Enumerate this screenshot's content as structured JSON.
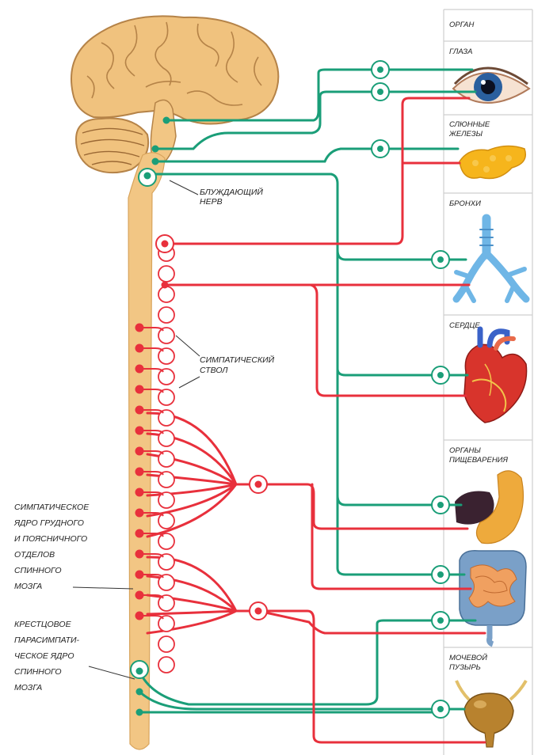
{
  "header": {
    "organ_column_title": "ОРГАН"
  },
  "organs": [
    {
      "id": "eyes",
      "label_lines": [
        "ГЛАЗА"
      ],
      "icon": "eye-icon"
    },
    {
      "id": "salivary",
      "label_lines": [
        "СЛЮННЫЕ",
        "ЖЕЛЕЗЫ"
      ],
      "icon": "salivary-gland-icon"
    },
    {
      "id": "bronchi",
      "label_lines": [
        "БРОНХИ"
      ],
      "icon": "bronchi-icon"
    },
    {
      "id": "heart",
      "label_lines": [
        "СЕРДЦЕ"
      ],
      "icon": "heart-icon"
    },
    {
      "id": "digestive",
      "label_lines": [
        "ОРГАНЫ",
        "ПИЩЕВАРЕНИЯ"
      ],
      "icon": "digestive-organs-icon"
    },
    {
      "id": "bladder",
      "label_lines": [
        "МОЧЕВОЙ",
        "ПУЗЫРЬ"
      ],
      "icon": "bladder-icon"
    }
  ],
  "annotations": {
    "vagus": [
      "БЛУЖДАЮЩИЙ",
      "НЕРВ"
    ],
    "sympathetic_trunk": [
      "СИМПАТИЧЕСКИЙ",
      "СТВОЛ"
    ],
    "sympathetic_nucleus": [
      "СИМПАТИЧЕСКОЕ",
      "ЯДРО ГРУДНОГО",
      "И ПОЯСНИЧНОГО",
      "ОТДЕЛОВ",
      "СПИННОГО",
      "МОЗГА"
    ],
    "sacral_nucleus": [
      "КРЕСТЦОВОЕ",
      "ПАРАСИМПАТИ-",
      "ЧЕСКОЕ ЯДРО",
      "СПИННОГО",
      "МОЗГА"
    ]
  },
  "colors": {
    "parasympathetic": "#1a9e78",
    "sympathetic": "#e8303c",
    "spinal_cord": "#f2c684",
    "brain": "#f0c27e",
    "grid": "#cfcfcf"
  }
}
